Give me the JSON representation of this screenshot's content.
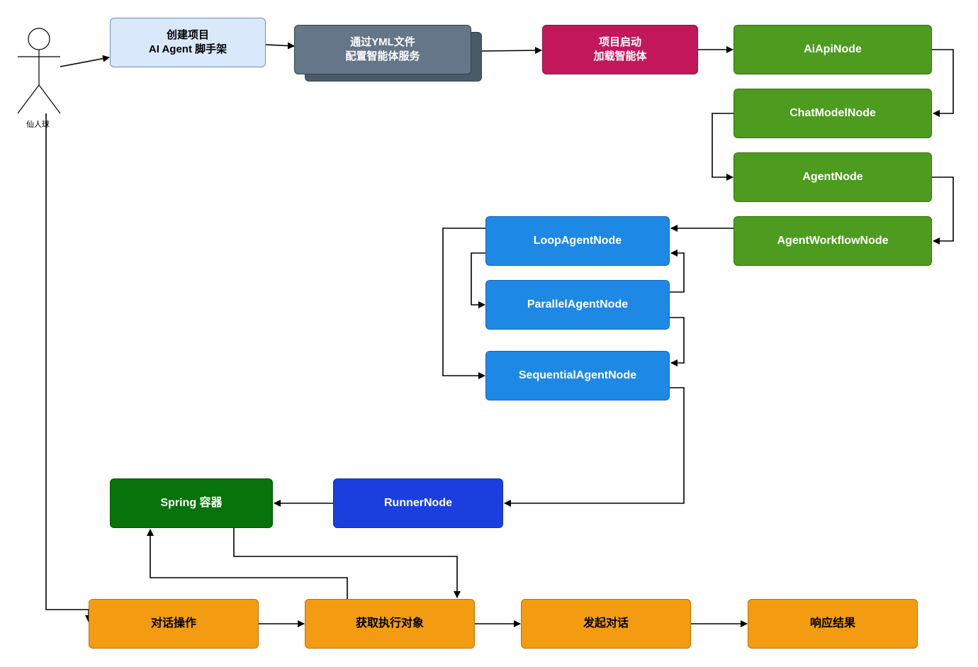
{
  "actor": {
    "name": "仙人球"
  },
  "nodes": {
    "create_project": "创建项目\nAI Agent 脚手架",
    "yml_config": "通过YML文件\n配置智能体服务",
    "start_load": "项目启动\n加载智能体",
    "ai_api": "AiApiNode",
    "chat_model": "ChatModelNode",
    "agent": "AgentNode",
    "agent_workflow": "AgentWorkflowNode",
    "loop_agent": "LoopAgentNode",
    "parallel_agent": "ParallelAgentNode",
    "sequential_agent": "SequentialAgentNode",
    "runner": "RunnerNode",
    "spring": "Spring 容器",
    "dialog_op": "对话操作",
    "get_exec": "获取执行对象",
    "start_dialog": "发起对话",
    "response": "响应结果"
  },
  "colors": {
    "light_blue": "#dae8fc",
    "slate": "#647687",
    "crimson": "#c2185b",
    "green": "#4d9b1f",
    "blue": "#1e88e5",
    "dark_blue": "#1b3fdf",
    "dark_green": "#08720b",
    "orange": "#f39c12"
  }
}
